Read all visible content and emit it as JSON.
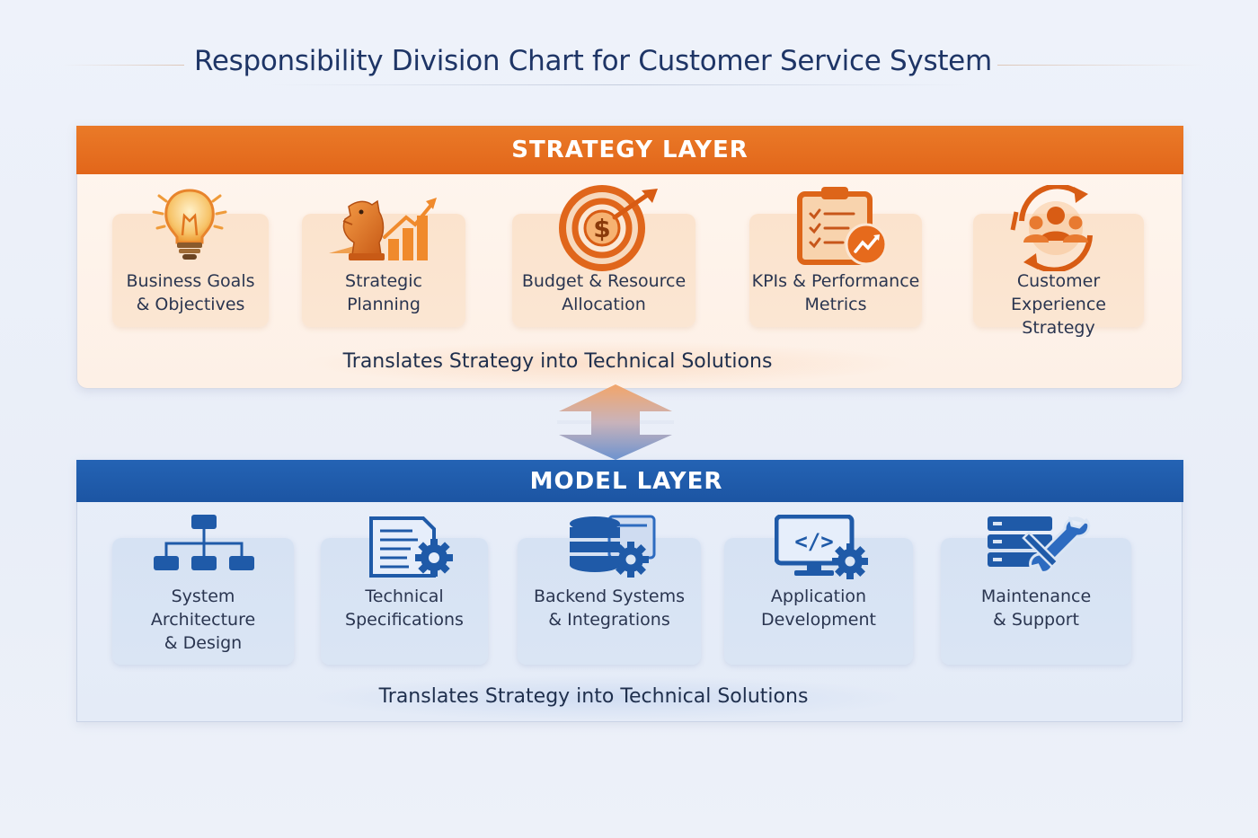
{
  "title": "Responsibility Division Chart for Customer Service System",
  "strategy_layer": {
    "header": "STRATEGY LAYER",
    "accent_color": "#e56d1f",
    "cards": [
      {
        "label": "Business Goals\n& Objectives",
        "icon": "lightbulb-icon"
      },
      {
        "label": "Strategic\nPlanning",
        "icon": "chess-knight-growth-icon"
      },
      {
        "label": "Budget & Resource\nAllocation",
        "icon": "dollar-target-icon"
      },
      {
        "label": "KPIs & Performance\nMetrics",
        "icon": "clipboard-chart-icon"
      },
      {
        "label": "Customer Experience\nStrategy",
        "icon": "customer-group-cycle-icon"
      }
    ],
    "footer": "Translates Strategy into  Technical Solutions"
  },
  "model_layer": {
    "header": "MODEL LAYER",
    "accent_color": "#1f5aa8",
    "cards": [
      {
        "label": "System\nArchitecture\n& Design",
        "icon": "org-hierarchy-icon"
      },
      {
        "label": "Technical\nSpecifications",
        "icon": "document-gear-icon"
      },
      {
        "label": "Backend Systems\n& Integrations",
        "icon": "database-gear-icon"
      },
      {
        "label": "Application\nDevelopment",
        "icon": "monitor-code-gear-icon"
      },
      {
        "label": "Maintenance\n& Support",
        "icon": "server-wrench-icon"
      }
    ],
    "footer": "Translates Strategy into Technical Solutions"
  },
  "connector": {
    "icon": "bidirectional-arrow-icon"
  }
}
